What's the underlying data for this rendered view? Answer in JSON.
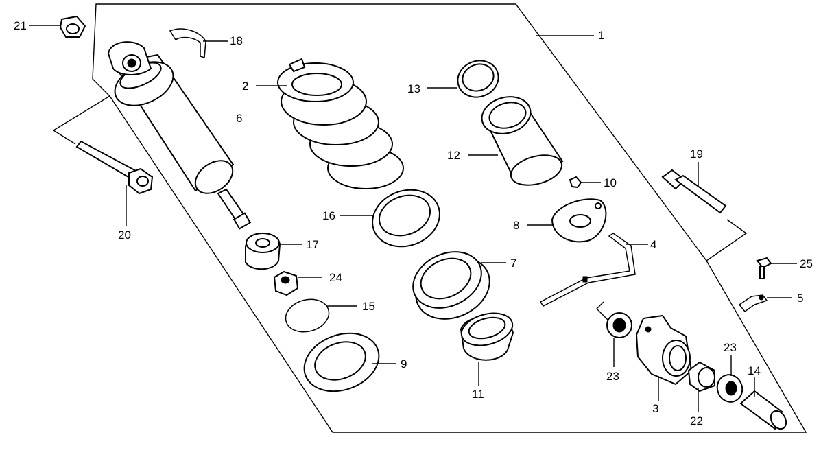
{
  "callouts": {
    "c1": "1",
    "c2": "2",
    "c3": "3",
    "c4": "4",
    "c5": "5",
    "c6": "6",
    "c7": "7",
    "c8": "8",
    "c9": "9",
    "c10": "10",
    "c11": "11",
    "c12": "12",
    "c13": "13",
    "c14": "14",
    "c15": "15",
    "c16": "16",
    "c17": "17",
    "c18": "18",
    "c19": "19",
    "c20": "20",
    "c21": "21",
    "c22": "22",
    "c23a": "23",
    "c23b": "23",
    "c24": "24",
    "c25": "25"
  }
}
